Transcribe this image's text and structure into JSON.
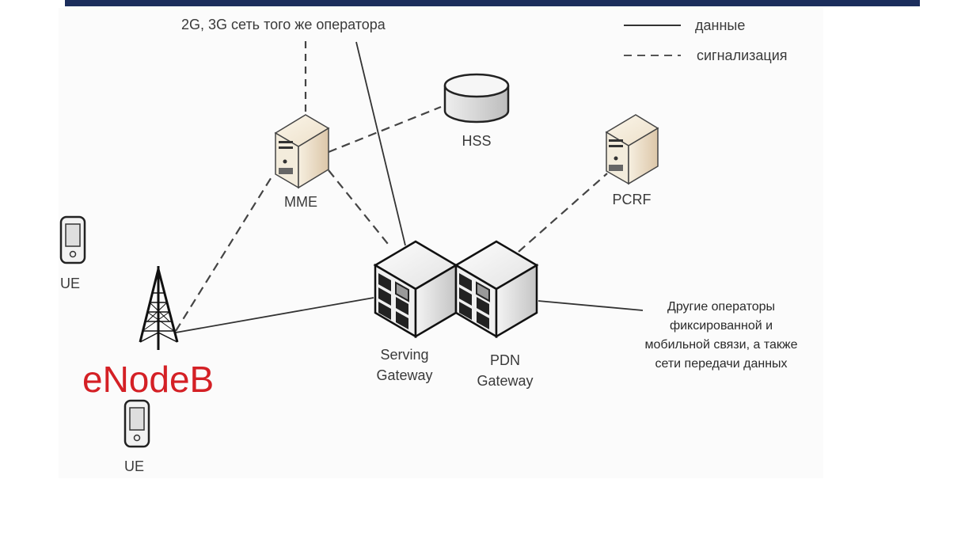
{
  "header": {
    "bar_color": "#1b2d5c"
  },
  "diagram": {
    "title_top": "2G, 3G сеть того же оператора",
    "legend": [
      {
        "style": "solid",
        "label": "данные"
      },
      {
        "style": "dashed",
        "label": "сигнализация"
      }
    ],
    "nodes": {
      "mme": {
        "label": "MME",
        "icon": "server-tower-icon"
      },
      "hss": {
        "label": "HSS",
        "icon": "database-icon"
      },
      "pcrf": {
        "label": "PCRF",
        "icon": "server-tower-icon"
      },
      "sgw": {
        "label_line1": "Serving",
        "label_line2": "Gateway",
        "icon": "gateway-server-icon"
      },
      "pgw": {
        "label_line1": "PDN",
        "label_line2": "Gateway",
        "icon": "gateway-server-icon"
      },
      "enodeb": {
        "label": "eNodeB",
        "icon": "cell-tower-icon",
        "color": "#d42025"
      },
      "ue1": {
        "label": "UE",
        "icon": "mobile-phone-icon"
      },
      "ue2": {
        "label": "UE",
        "icon": "mobile-phone-icon"
      }
    },
    "external_note": [
      "Другие операторы",
      "фиксированной и",
      "мобильной связи, а также",
      "сети передачи данных"
    ],
    "connections": [
      {
        "from": "eNodeB",
        "to": "MME",
        "type": "signaling"
      },
      {
        "from": "eNodeB",
        "to": "Serving Gateway",
        "type": "data"
      },
      {
        "from": "MME",
        "to": "HSS",
        "type": "signaling"
      },
      {
        "from": "MME",
        "to": "Serving Gateway",
        "type": "signaling"
      },
      {
        "from": "MME",
        "to": "2G, 3G сеть",
        "type": "signaling"
      },
      {
        "from": "Serving Gateway",
        "to": "2G, 3G сеть",
        "type": "data"
      },
      {
        "from": "PDN Gateway",
        "to": "PCRF",
        "type": "signaling"
      },
      {
        "from": "PDN Gateway",
        "to": "Другие операторы",
        "type": "data"
      }
    ]
  }
}
